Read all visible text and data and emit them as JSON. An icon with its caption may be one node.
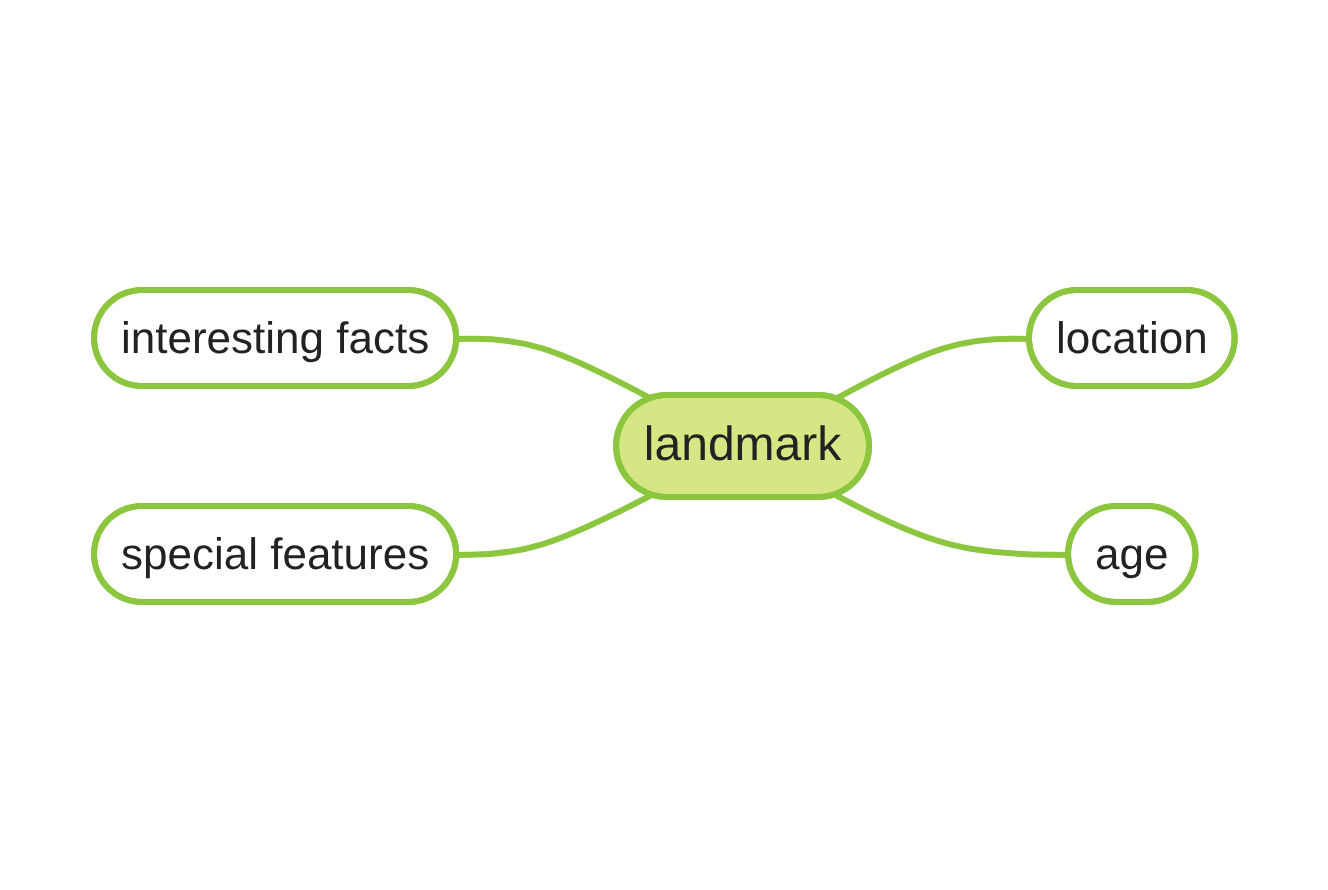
{
  "diagram": {
    "nodes": [
      {
        "text": [
          "interesting facts"
        ]
      },
      {
        "text": [
          "location"
        ]
      },
      {
        "text": [
          "landmark"
        ]
      },
      {
        "text": [
          "special features"
        ]
      },
      {
        "text": [
          "age"
        ]
      }
    ],
    "edges": [
      {
        "from": 0,
        "to": 2,
        "arrow": "none"
      },
      {
        "from": 2,
        "to": 1,
        "arrow": "none"
      },
      {
        "from": 3,
        "to": 2,
        "arrow": "none"
      },
      {
        "from": 2,
        "to": 4,
        "arrow": "none"
      }
    ]
  }
}
